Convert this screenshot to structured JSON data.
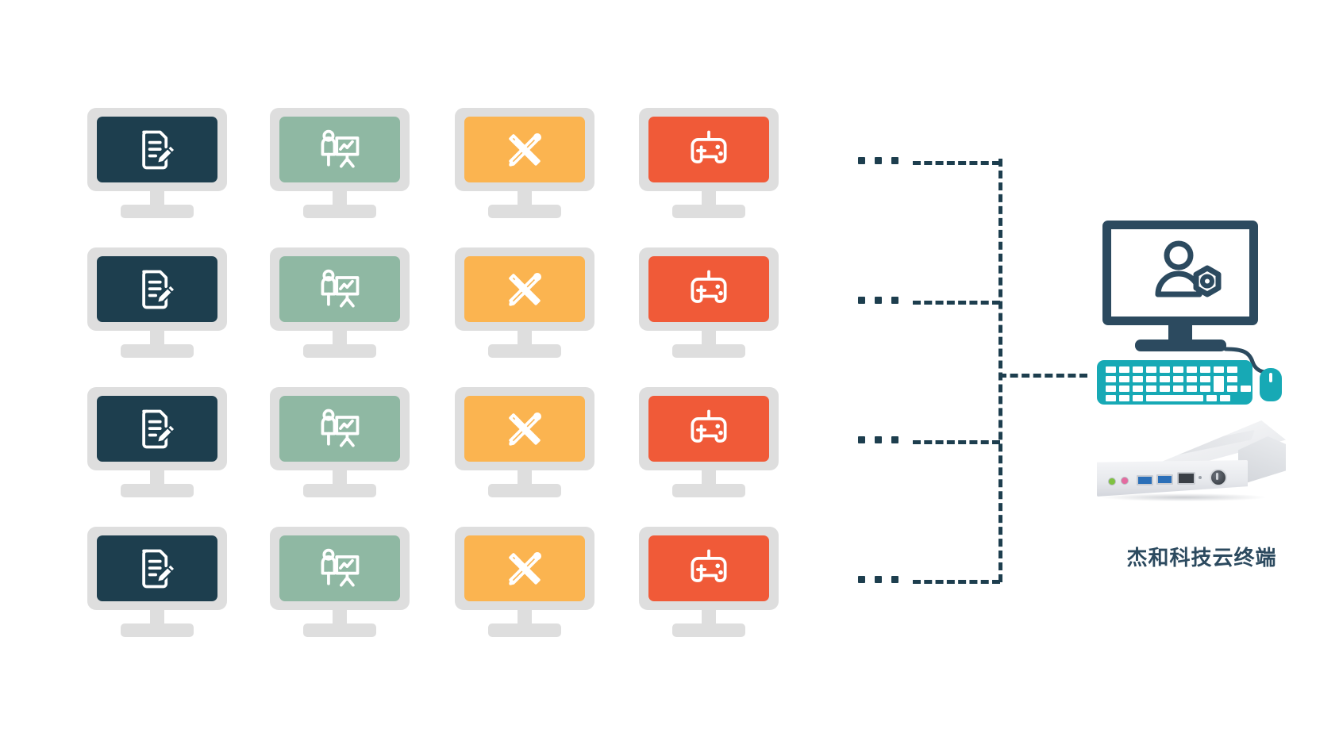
{
  "diagram": {
    "title": "Cloud terminal multi-client architecture diagram",
    "background_color": "#ffffff",
    "colors": {
      "bezel_gray": "#dedede",
      "navy_dark": "#1d3e4e",
      "sage_green": "#8fb8a3",
      "amber": "#fbb450",
      "red_orange": "#f05a38",
      "server_navy": "#2c4a5f",
      "keyboard_teal": "#17a9b5",
      "caption_color": "#2c4a5f",
      "connector_color": "#1d3e4e"
    },
    "client_columns": [
      {
        "name": "document-editing",
        "icon": "document-pencil-icon",
        "screen_color": "#1d3e4e"
      },
      {
        "name": "presentation-training",
        "icon": "presenter-easel-chart-icon",
        "screen_color": "#8fb8a3"
      },
      {
        "name": "design-drafting",
        "icon": "ruler-pencil-icon",
        "screen_color": "#fbb450"
      },
      {
        "name": "gaming-entertainment",
        "icon": "gamepad-icon",
        "screen_color": "#f05a38"
      }
    ],
    "client_rows": 4,
    "ellipsis_glyph": "...",
    "ellipsis_count_per_row": 3,
    "connector_style": "dashed",
    "server": {
      "name": "cloud-terminal-host",
      "monitor_icon": "user-admin-gear-icon",
      "keyboard_icon": "keyboard-icon",
      "mouse_icon": "mouse-icon",
      "device_icon": "mini-pc-photo"
    },
    "caption": "杰和科技云终端"
  }
}
